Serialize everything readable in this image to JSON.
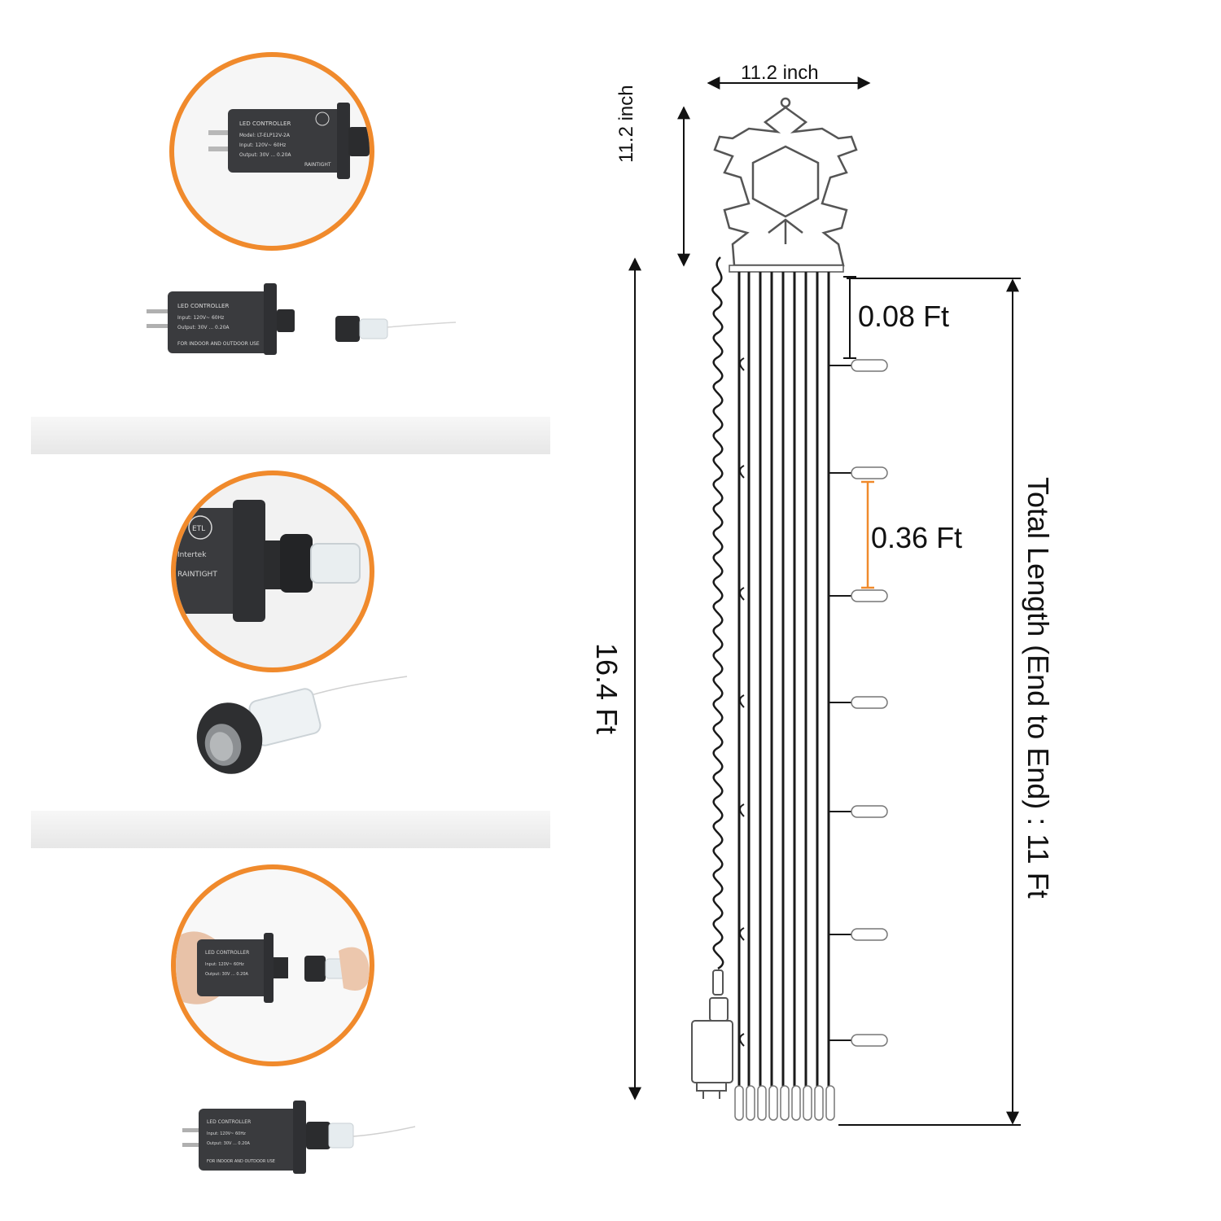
{
  "dimensions": {
    "snowflake_width": "11.2 inch",
    "snowflake_height": "11.2 inch",
    "first_drop": "0.08 Ft",
    "drop_spacing": "0.36 Ft",
    "lead_cable": "16.4 Ft",
    "total_length": "Total Length (End to End) : 11 Ft"
  },
  "colors": {
    "accent_orange": "#f08a2c",
    "wire": "#1a1a1a",
    "adapter_body": "#3a3b3e"
  },
  "adapter_label": {
    "brand": "RAINTIGHT",
    "line1": "LED CONTROLLER",
    "listing": "Intertek",
    "etl": "ETL"
  }
}
